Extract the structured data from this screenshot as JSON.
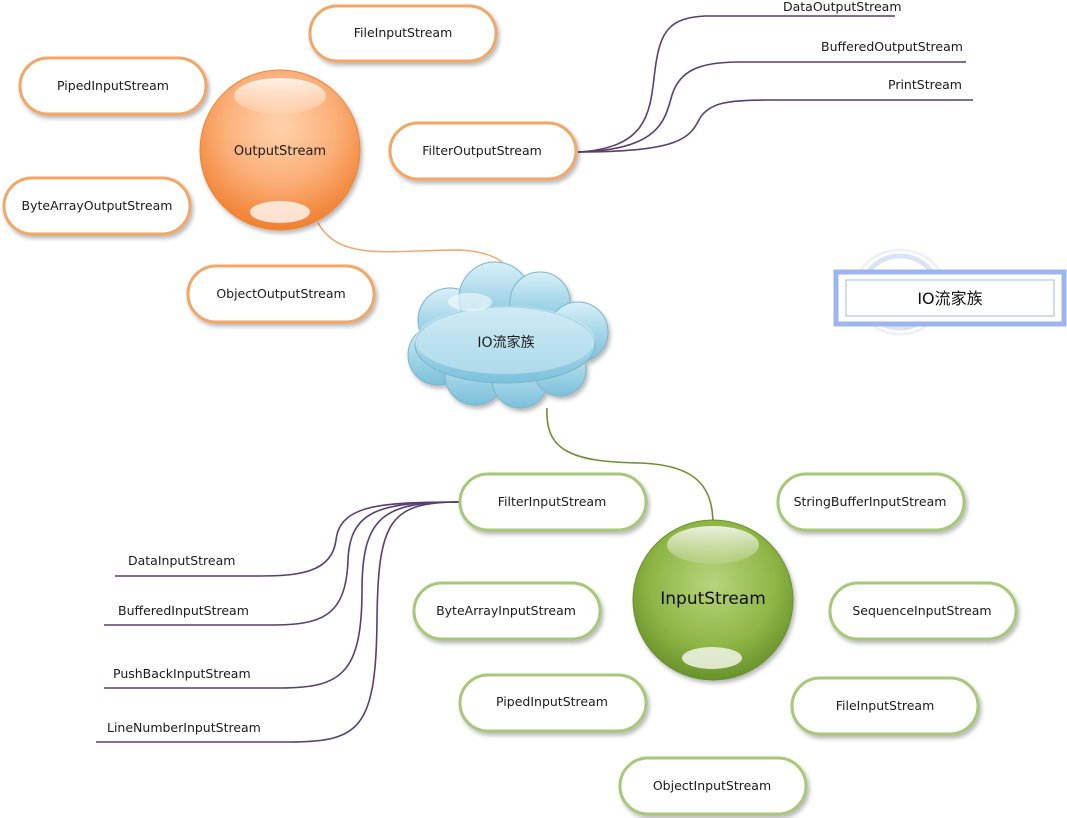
{
  "root": {
    "label": "IO流家族"
  },
  "legend": {
    "label": "IO流家族"
  },
  "output_branch": {
    "label": "OutputStream",
    "children": {
      "file": "FileInputStream",
      "piped": "PipedInputStream",
      "bytearray": "ByteArrayOutputStream",
      "object": "ObjectOutputStream",
      "filter": "FilterOutputStream"
    },
    "filter_children": [
      "DataOutputStream",
      "BufferedOutputStream",
      "PrintStream"
    ]
  },
  "input_branch": {
    "label": "InputStream",
    "children": {
      "filter": "FilterInputStream",
      "stringbuffer": "StringBufferInputStream",
      "bytearray": "ByteArrayInputStream",
      "sequence": "SequenceInputStream",
      "piped": "PipedInputStream",
      "file": "FileInputStream",
      "object": "ObjectInputStream"
    },
    "filter_children": [
      "DataInputStream",
      "BufferedInputStream",
      "PushBackInputStream",
      "LineNumberInputStream"
    ]
  },
  "colors": {
    "output_accent": "#f08a3c",
    "input_accent": "#8fb35a",
    "connector_purple": "#5a3f6e",
    "cloud": "#8fcbe0",
    "legend_border": "#8ea8e8"
  }
}
